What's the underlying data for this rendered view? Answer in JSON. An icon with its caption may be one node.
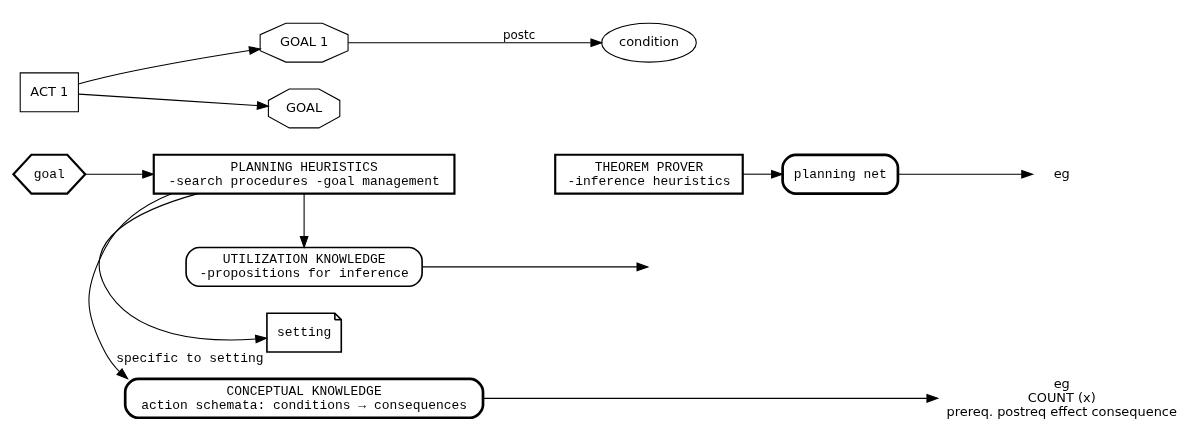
{
  "diagram": {
    "nodes": [
      {
        "text": [
          "goal"
        ]
      },
      {
        "text": [
          "PLANNING HEURISTICS",
          "-search procedures -goal management"
        ]
      },
      {
        "text": [
          "THEOREM PROVER",
          "-inference heuristics"
        ]
      },
      {
        "text": [
          "CONCEPTUAL KNOWLEDGE",
          "action schemata: conditions → consequences"
        ]
      },
      {
        "text": [
          "planning net"
        ]
      },
      {
        "text": [
          "setting"
        ],
        "beside": [
          "specific to setting"
        ]
      },
      {
        "text": [
          "UTILIZATION KNOWLEDGE",
          "-propositions for inference"
        ]
      },
      {
        "text": [
          "eg",
          "COUNT (x)",
          "prereq. postreq effect consequence"
        ]
      },
      {
        "text": [
          "eg"
        ]
      },
      {
        "text": [
          "GOAL 1"
        ]
      },
      {
        "text": [
          "condition"
        ]
      },
      {
        "text": [
          "ACT 1"
        ]
      },
      {
        "text": [
          "GOAL"
        ]
      }
    ],
    "edges": [
      {
        "from": 0,
        "to": 1,
        "arrow": "to"
      },
      {
        "from": 1,
        "to": 3,
        "arrow": "to"
      },
      {
        "from": 2,
        "to": 4,
        "arrow": "to"
      },
      {
        "from": 1,
        "to": 5,
        "arrow": "to"
      },
      {
        "from": 1,
        "to": 6,
        "arrow": "to"
      },
      {
        "from": 3,
        "to": 7,
        "arrow": "to"
      },
      {
        "from": 4,
        "to": 8,
        "arrow": "to"
      },
      {
        "from": 9,
        "to": 10,
        "arrow": "to",
        "label": "postc"
      },
      {
        "from": 11,
        "to": 9,
        "arrow": "to"
      },
      {
        "from": 11,
        "to": 12,
        "arrow": "to"
      },
      {
        "from": 6,
        "to": null,
        "arrow": "to"
      }
    ]
  }
}
